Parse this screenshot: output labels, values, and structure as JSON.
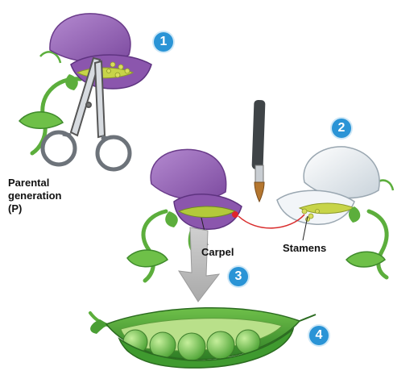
{
  "labels": {
    "parental_line1": "Parental",
    "parental_line2": "generation",
    "parental_line3": "(P)",
    "carpel": "Carpel",
    "stamens": "Stamens"
  },
  "steps": [
    "1",
    "2",
    "3",
    "4"
  ],
  "colors": {
    "petal_purple": "#9a63b8",
    "petal_white": "#eef2f5",
    "stem_green": "#5cae3c",
    "pod_green": "#3f9a2f",
    "pea_green": "#7cc85a",
    "step_badge": "#2a94d6",
    "pollen_line": "#d92b2b"
  }
}
